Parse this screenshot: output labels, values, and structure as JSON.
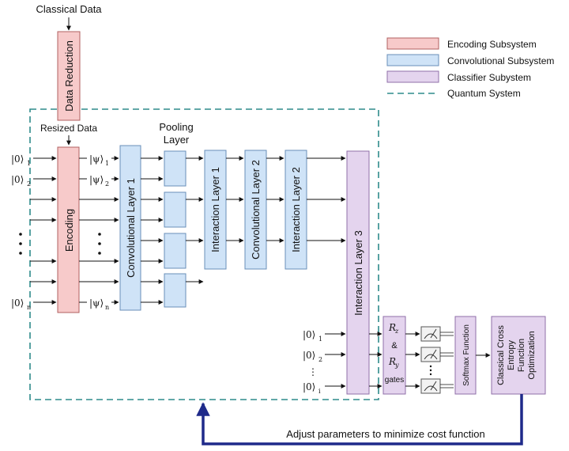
{
  "colors": {
    "encoding_fill": "#f7caca",
    "encoding_stroke": "#b06060",
    "conv_fill": "#cfe3f7",
    "conv_stroke": "#6a8fb8",
    "classifier_fill": "#e4d4ee",
    "classifier_stroke": "#8f6fa8",
    "quantum_dash": "#2e8b8b",
    "feedback_arrow": "#1f2a8a"
  },
  "labels": {
    "classical_data": "Classical Data",
    "data_reduction": "Data Reduction",
    "resized_data": "Resized Data",
    "pooling_layer_line1": "Pooling",
    "pooling_layer_line2": "Layer",
    "encoding": "Encoding",
    "conv_layer_1": "Convolutional Layer 1",
    "interaction_layer_1": "Interaction Layer 1",
    "conv_layer_2": "Convolutional Layer 2",
    "interaction_layer_2": "Interaction Layer 2",
    "interaction_layer_3": "Interaction Layer 3",
    "rz": "R",
    "rz_sub": "z",
    "amp": "&",
    "ry": "R",
    "ry_sub": "y",
    "gates": "gates",
    "softmax": "Softmax Function",
    "cce_line1": "Classical Cross",
    "cce_line2": "Entropy",
    "cce_line3": "Function",
    "cce_line4": "Optimization",
    "feedback": "Adjust parameters to minimize cost function"
  },
  "kets": {
    "in_1": "|0⟩",
    "in_1_sub": "1",
    "in_2": "|0⟩",
    "in_2_sub": "2",
    "in_n": "|0⟩",
    "in_n_sub": "n",
    "psi_1": "|ψ⟩",
    "psi_1_sub": "1",
    "psi_2": "|ψ⟩",
    "psi_2_sub": "2",
    "psi_n": "|ψ⟩",
    "psi_n_sub": "n",
    "anc_1": "|0⟩",
    "anc_1_sub": "1",
    "anc_2": "|0⟩",
    "anc_2_sub": "2",
    "anc_i": "|0⟩",
    "anc_i_sub": "i",
    "anc_dots": "⋮"
  },
  "legend": {
    "encoding": "Encoding Subsystem",
    "convolutional": "Convolutional Subsystem",
    "classifier": "Classifier Subystem",
    "quantum": "Quantum  System"
  }
}
